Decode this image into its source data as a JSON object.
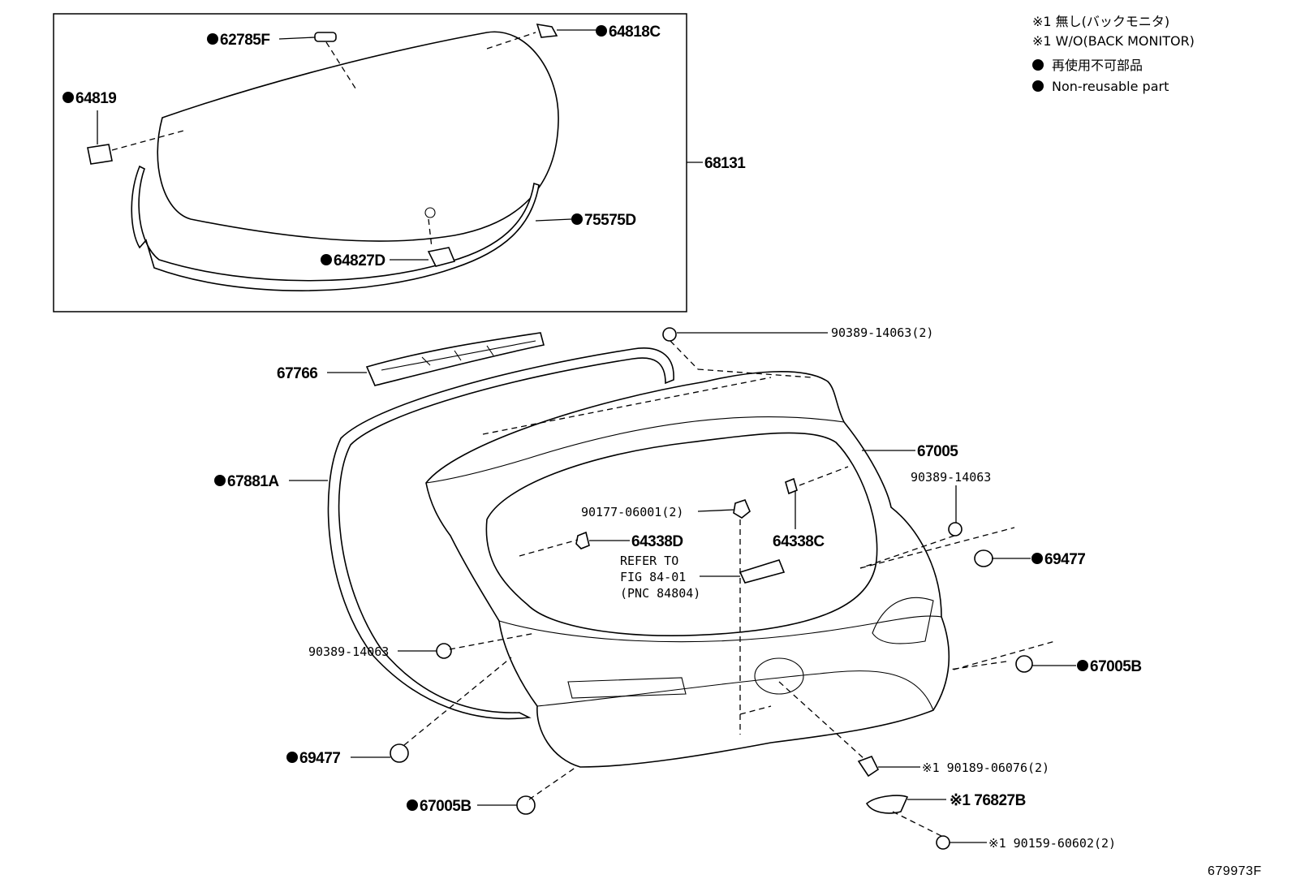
{
  "legend": {
    "line1": "※1  無し(バックモニタ)",
    "line2": "※1  W/O(BACK MONITOR)",
    "line3": "再使用不可部品",
    "line4": "Non-reusable part"
  },
  "labels": {
    "p62785F": "62785F",
    "p64818C": "64818C",
    "p64819": "64819",
    "p68131": "68131",
    "p75575D": "75575D",
    "p64827D": "64827D",
    "p90389_14063_2": "90389-14063(2)",
    "p67766": "67766",
    "p67005": "67005",
    "p67881A": "67881A",
    "p90389_14063_r": "90389-14063",
    "p90177": "90177-06001(2)",
    "p64338D": "64338D",
    "p64338C": "64338C",
    "p69477_r": "69477",
    "refer1": "REFER TO",
    "refer2": "FIG 84-01",
    "refer3": "(PNC 84804)",
    "p90389_14063_l": "90389-14063",
    "p67005B_r": "67005B",
    "p69477_l": "69477",
    "p90189": "※1 90189-06076(2)",
    "p76827B": "※1 76827B",
    "p67005B_l": "67005B",
    "p90159": "※1 90159-60602(2)",
    "figure_code": "679973F"
  }
}
